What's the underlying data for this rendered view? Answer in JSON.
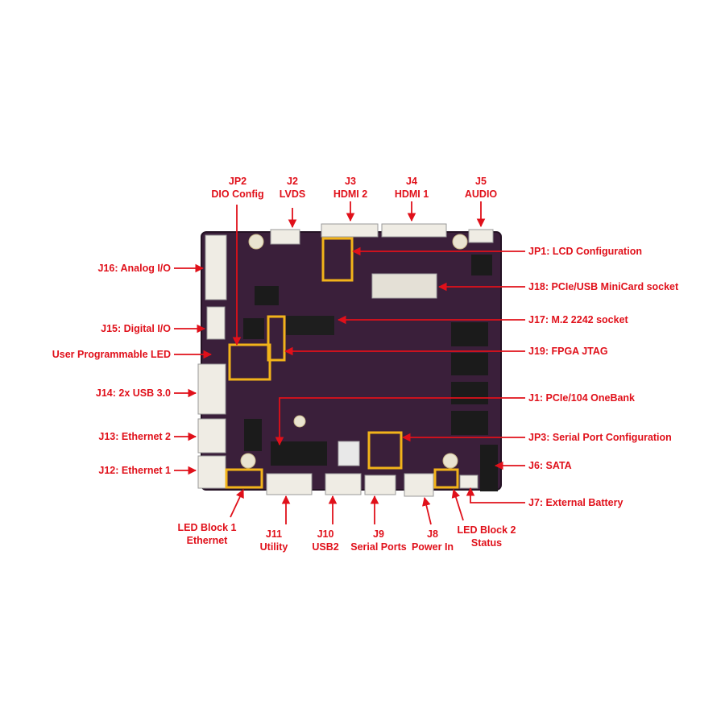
{
  "colors": {
    "label": "#e0101a",
    "board": "#3a1f3a",
    "highlight": "#f2b31a"
  },
  "top_labels": {
    "jp2": {
      "id": "JP2",
      "name": "DIO Config"
    },
    "j2": {
      "id": "J2",
      "name": "LVDS"
    },
    "j3": {
      "id": "J3",
      "name": "HDMI 2"
    },
    "j4": {
      "id": "J4",
      "name": "HDMI 1"
    },
    "j5": {
      "id": "J5",
      "name": "AUDIO"
    }
  },
  "left_labels": {
    "j16": "J16: Analog I/O",
    "j15": "J15: Digital I/O",
    "led": "User Programmable LED",
    "j14": "J14: 2x USB 3.0",
    "j13": "J13: Ethernet 2",
    "j12": "J12: Ethernet 1"
  },
  "right_labels": {
    "jp1": "JP1: LCD Configuration",
    "j18": "J18: PCIe/USB MiniCard socket",
    "j17": "J17: M.2 2242 socket",
    "j19": "J19: FPGA JTAG",
    "j1": "J1: PCIe/104 OneBank",
    "jp3": "JP3: Serial Port Configuration",
    "j6": "J6: SATA",
    "j7": "J7: External Battery"
  },
  "bottom_labels": {
    "ledb1": {
      "line1": "LED Block 1",
      "line2": "Ethernet"
    },
    "j11": {
      "id": "J11",
      "name": "Utility"
    },
    "j10": {
      "id": "J10",
      "name": "USB2"
    },
    "j9": {
      "id": "J9",
      "name": "Serial Ports"
    },
    "j8": {
      "id": "J8",
      "name": "Power In"
    },
    "ledb2": {
      "line1": "LED Block 2",
      "line2": "Status"
    }
  }
}
